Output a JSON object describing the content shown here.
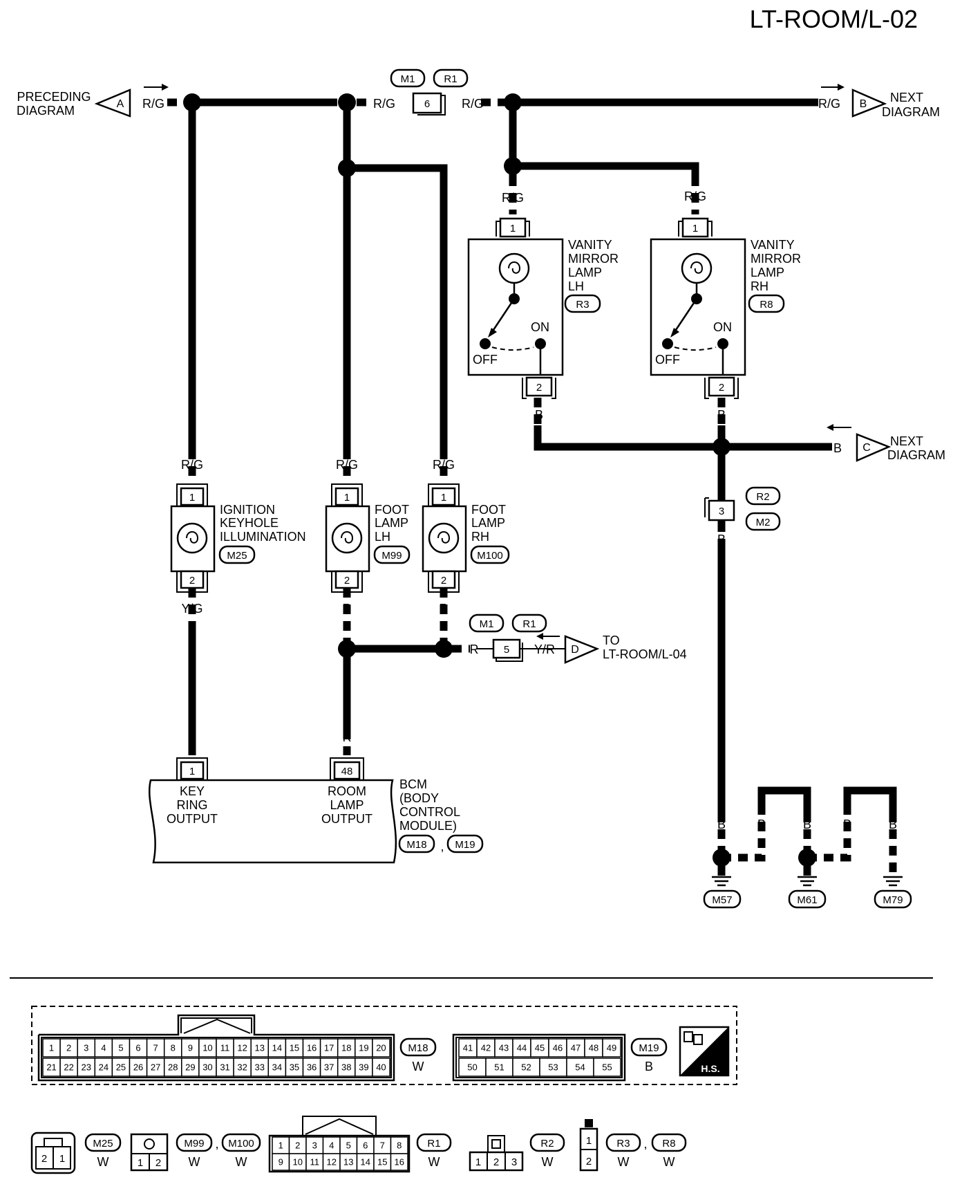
{
  "page_title": "LT-ROOM/L-02",
  "connectors": {
    "preceding": {
      "letter": "A",
      "line1": "PRECEDING",
      "line2": "DIAGRAM"
    },
    "next_b": {
      "letter": "B",
      "line1": "NEXT",
      "line2": "DIAGRAM"
    },
    "next_c": {
      "letter": "C",
      "line1": "NEXT",
      "line2": "DIAGRAM"
    },
    "to_d": {
      "letter": "D",
      "line1": "TO",
      "line2": "LT-ROOM/L-04"
    }
  },
  "wire_colors": {
    "rg": "R/G",
    "b": "B",
    "r": "R",
    "yg": "Y/G",
    "yr": "Y/R"
  },
  "joint_connectors": {
    "m1": "M1",
    "r1": "R1",
    "pin6": "6",
    "pin5": "5",
    "r2": "R2",
    "m2": "M2",
    "pin3": "3"
  },
  "components": {
    "vanity_lh": {
      "lines": [
        "VANITY",
        "MIRROR",
        "LAMP",
        "LH"
      ],
      "code": "R3",
      "pin_top": "1",
      "pin_bottom": "2",
      "on": "ON",
      "off": "OFF"
    },
    "vanity_rh": {
      "lines": [
        "VANITY",
        "MIRROR",
        "LAMP",
        "RH"
      ],
      "code": "R8",
      "pin_top": "1",
      "pin_bottom": "2",
      "on": "ON",
      "off": "OFF"
    },
    "ignition": {
      "lines": [
        "IGNITION",
        "KEYHOLE",
        "ILLUMINATION"
      ],
      "code": "M25",
      "pin_top": "1",
      "pin_bottom": "2"
    },
    "foot_lh": {
      "lines": [
        "FOOT",
        "LAMP",
        "LH"
      ],
      "code": "M99",
      "pin_top": "1",
      "pin_bottom": "2"
    },
    "foot_rh": {
      "lines": [
        "FOOT",
        "LAMP",
        "RH"
      ],
      "code": "M100",
      "pin_top": "1",
      "pin_bottom": "2"
    },
    "bcm": {
      "lines": [
        "BCM",
        "(BODY",
        "CONTROL",
        "MODULE)"
      ],
      "codes": [
        "M18",
        "M19"
      ],
      "separator": ",",
      "pin1": "1",
      "pin1_label": [
        "KEY",
        "RING",
        "OUTPUT"
      ],
      "pin48": "48",
      "pin48_label": [
        "ROOM",
        "LAMP",
        "OUTPUT"
      ]
    }
  },
  "grounds": [
    "M57",
    "M61",
    "M79"
  ],
  "legend": {
    "m18": {
      "code": "M18",
      "color": "W",
      "row1": [
        "1",
        "2",
        "3",
        "4",
        "5",
        "6",
        "7",
        "8",
        "9",
        "10",
        "11",
        "12",
        "13",
        "14",
        "15",
        "16",
        "17",
        "18",
        "19",
        "20"
      ],
      "row2": [
        "21",
        "22",
        "23",
        "24",
        "25",
        "26",
        "27",
        "28",
        "29",
        "30",
        "31",
        "32",
        "33",
        "34",
        "35",
        "36",
        "37",
        "38",
        "39",
        "40"
      ]
    },
    "m19": {
      "code": "M19",
      "color": "B",
      "row1": [
        "41",
        "42",
        "43",
        "44",
        "45",
        "46",
        "47",
        "48",
        "49"
      ],
      "row2": [
        "50",
        "51",
        "52",
        "53",
        "54",
        "55"
      ]
    },
    "hs": "H.S.",
    "m25": {
      "code": "M25",
      "color": "W",
      "pins": [
        "2",
        "1"
      ]
    },
    "m99": {
      "code": "M99",
      "code2": "M100",
      "separator": ",",
      "color": "W",
      "color2": "W",
      "pins": [
        "1",
        "2"
      ]
    },
    "r1": {
      "code": "R1",
      "color": "W",
      "row1": [
        "1",
        "2",
        "3",
        "4",
        "5",
        "6",
        "7",
        "8"
      ],
      "row2": [
        "9",
        "10",
        "11",
        "12",
        "13",
        "14",
        "15",
        "16"
      ]
    },
    "r2": {
      "code": "R2",
      "color": "W",
      "pins": [
        "1",
        "2",
        "3"
      ]
    },
    "r3": {
      "code": "R3",
      "code2": "R8",
      "separator": ",",
      "color": "W",
      "color2": "W",
      "pins": [
        "1",
        "2"
      ]
    }
  }
}
